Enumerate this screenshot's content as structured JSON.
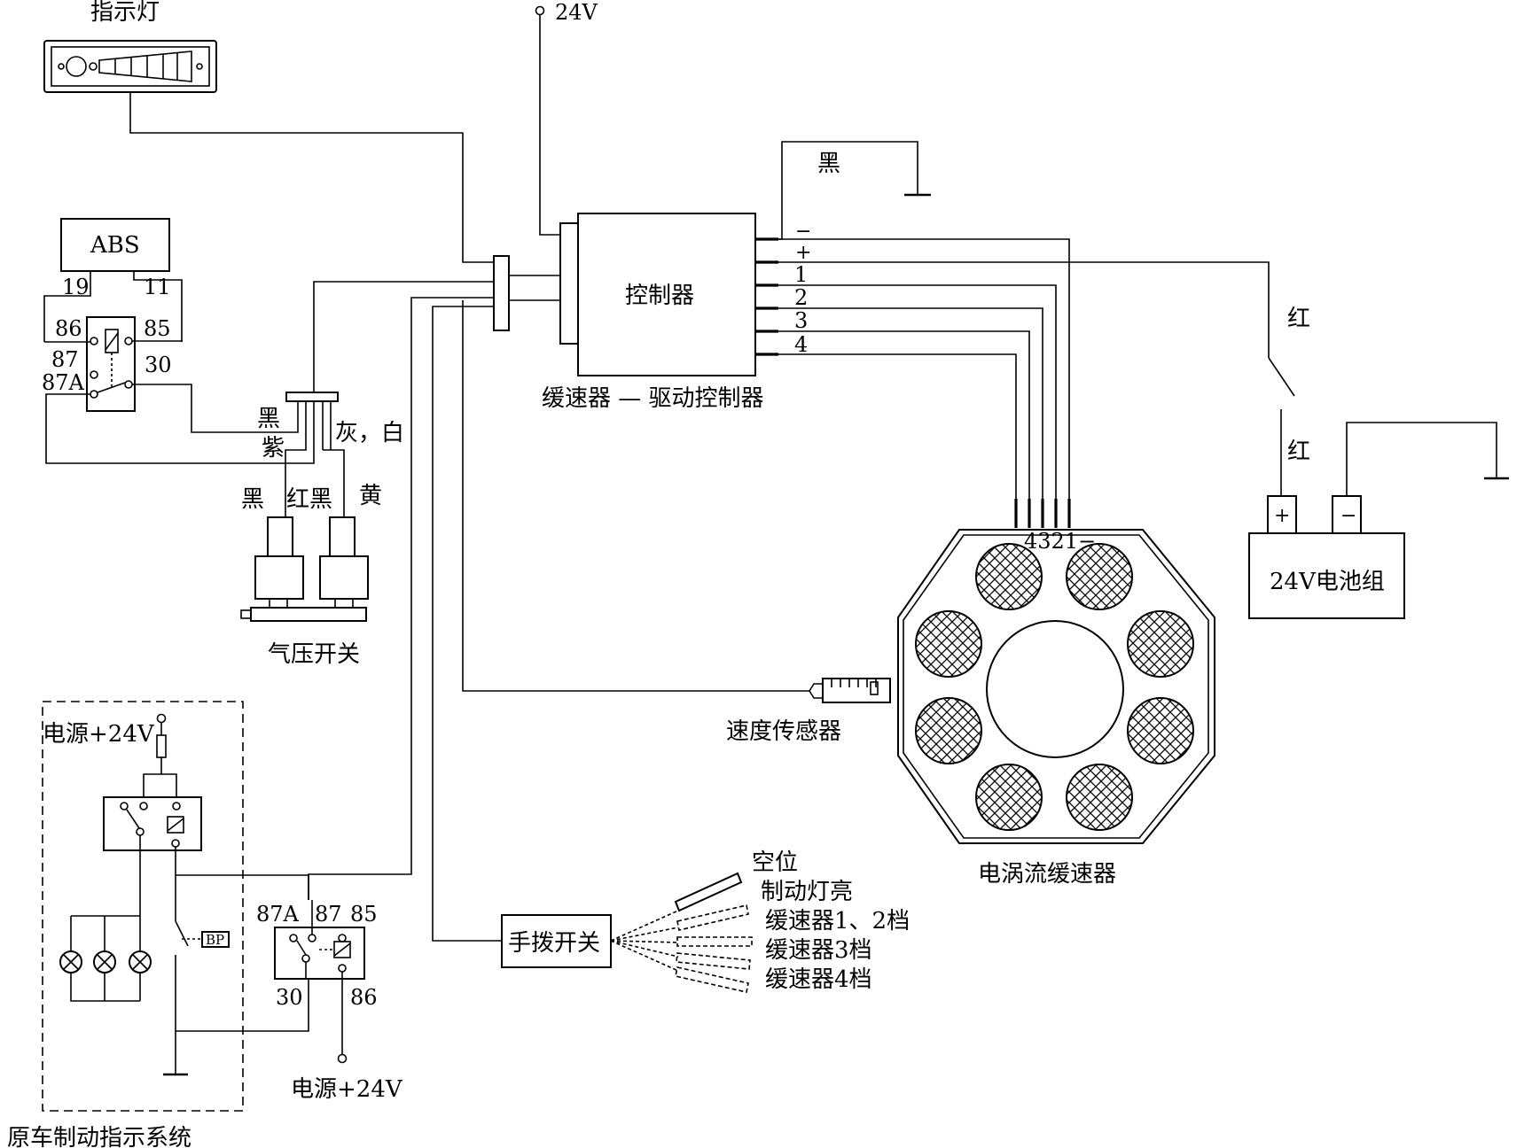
{
  "labels": {
    "indicator_lamp": "指示灯",
    "supply_24v_top": "24V",
    "abs": "ABS",
    "abs_pin_19": "19",
    "abs_pin_11": "11",
    "relay1_86": "86",
    "relay1_85": "85",
    "relay1_87": "87",
    "relay1_87a": "87A",
    "relay1_30": "30",
    "wire_black_1": "黑",
    "wire_purple": "紫",
    "wire_grey_white": "灰，白",
    "wire_black_2": "黑",
    "wire_red_black": "红黑",
    "wire_yellow": "黄",
    "air_pressure_switch": "气压开关",
    "controller": "控制器",
    "retarder_controller": "缓速器 — 驱动控制器",
    "ground_black": "黑",
    "pin_minus": "−",
    "pin_plus": "+",
    "pin_1": "1",
    "pin_2": "2",
    "pin_3": "3",
    "pin_4": "4",
    "red_1": "红",
    "red_2": "红",
    "battery": "24V电池组",
    "battery_plus": "+",
    "battery_minus": "−",
    "retarder_pins": "4321−",
    "speed_sensor": "速度传感器",
    "eddy_retarder": "电涡流缓速器",
    "power_24v_left": "电源+24V",
    "bp": "BP",
    "relay2_87a": "87A",
    "relay2_87": "87",
    "relay2_85": "85",
    "relay2_30": "30",
    "relay2_86": "86",
    "power_24v_bottom": "电源+24V",
    "original_brake_system": "原车制动指示系统",
    "hand_switch": "手拨开关",
    "pos_neutral": "空位",
    "pos_brake_light": "制动灯亮",
    "pos_retarder_12": "缓速器1、2档",
    "pos_retarder_3": "缓速器3档",
    "pos_retarder_4": "缓速器4档"
  }
}
